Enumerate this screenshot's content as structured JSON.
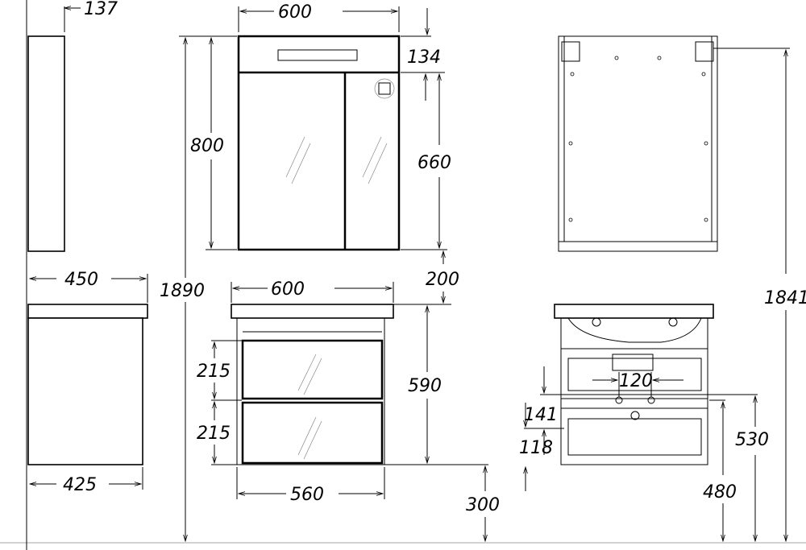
{
  "dimensions": {
    "side_cabinet_depth": "137",
    "cabinet_width": "600",
    "light_box_height": "134",
    "cabinet_height": "800",
    "door_height": "660",
    "total_height": "1890",
    "top_depth": "450",
    "gap_height": "200",
    "sink_width": "600",
    "drawer_1_height": "215",
    "vanity_height": "590",
    "drawer_2_height": "215",
    "body_depth": "425",
    "body_width": "560",
    "floor_clearance": "300",
    "rear_height": "1841",
    "pipe_spacing": "120",
    "pipe_offset_1": "141",
    "pipe_offset_2": "118",
    "pipe_height_1": "530",
    "pipe_height_2": "480"
  }
}
